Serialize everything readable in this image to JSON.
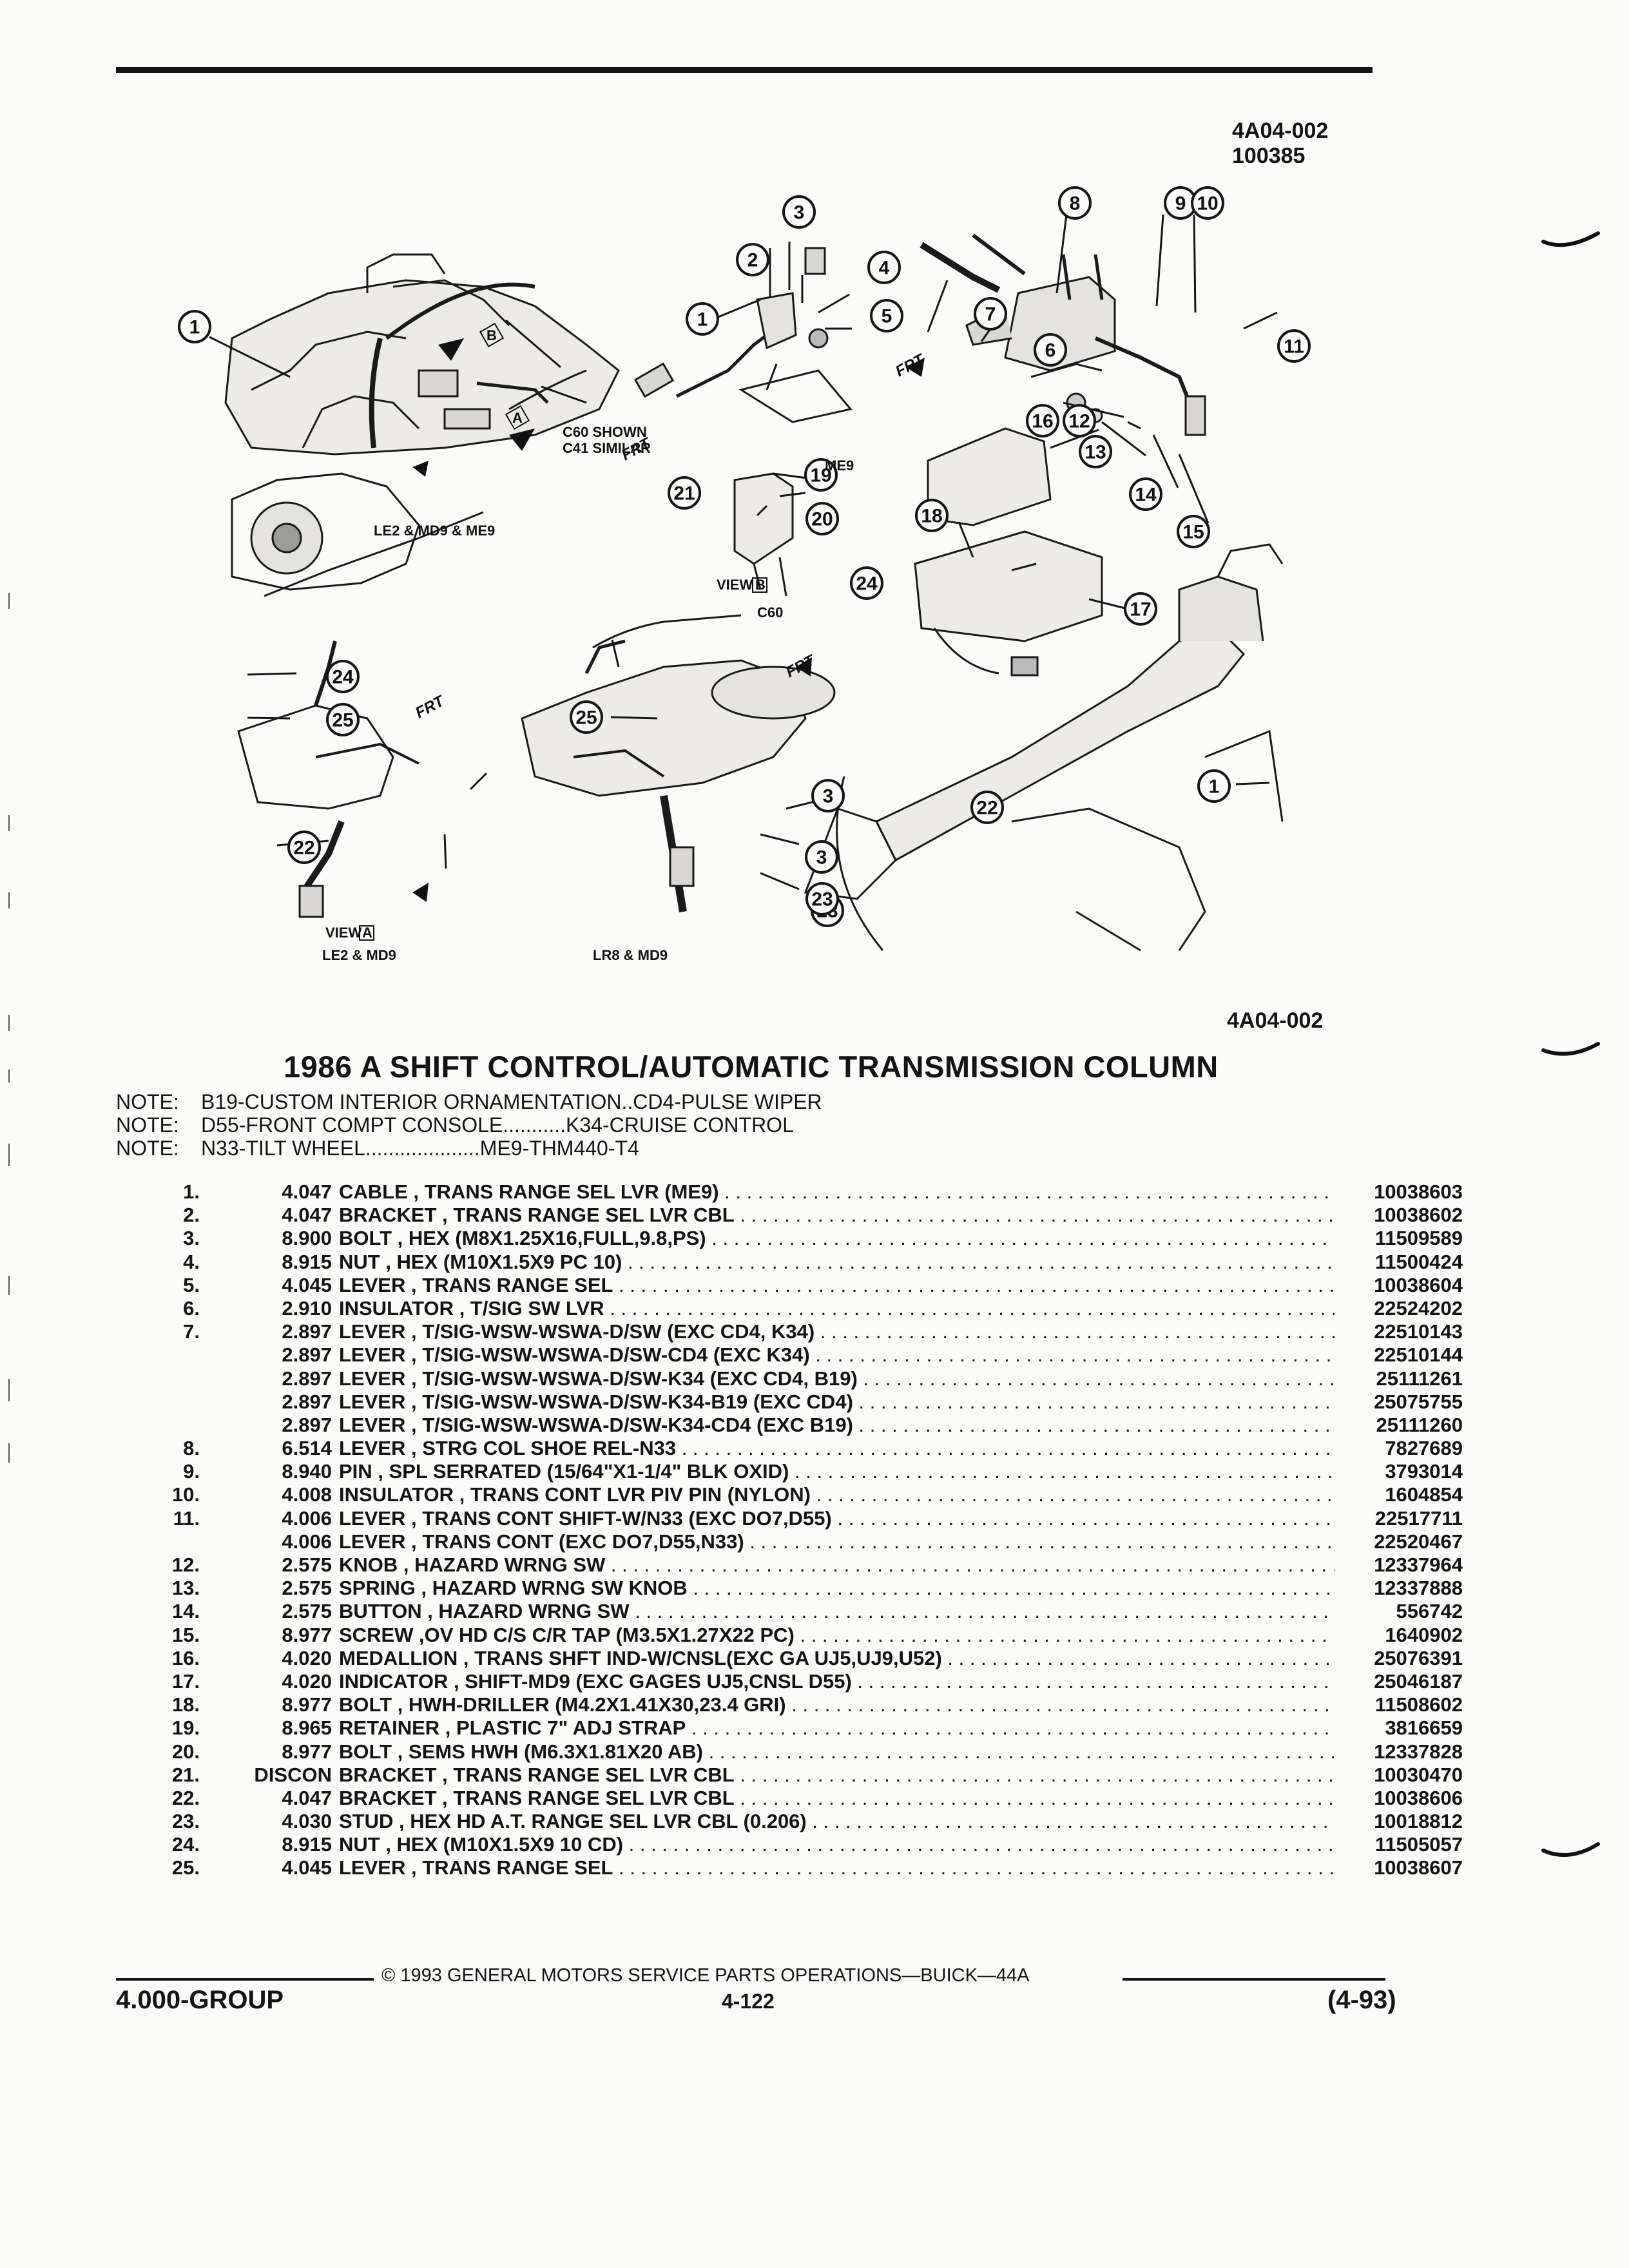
{
  "header": {
    "figure_code": "4A04-002",
    "figure_date": "100385",
    "figure_code_bottom": "4A04-002"
  },
  "diagram": {
    "labels": {
      "c60_shown": "C60 SHOWN",
      "c41_similar": "C41 SIMILAR",
      "le2_md9_me9": "LE2 & MD9 & ME9",
      "me9": "ME9",
      "view_b": "VIEW",
      "view_b_letter": "B",
      "c60": "C60",
      "view_a": "VIEW",
      "view_a_letter": "A",
      "le2_md9": "LE2 & MD9",
      "lr8_md9": "LR8 & MD9",
      "frt": "FRT",
      "box_a": "A",
      "box_b": "B"
    }
  },
  "title": "1986 A SHIFT CONTROL/AUTOMATIC TRANSMISSION COLUMN",
  "notes": [
    {
      "key": "NOTE:",
      "text": "B19-CUSTOM INTERIOR ORNAMENTATION..CD4-PULSE WIPER"
    },
    {
      "key": "NOTE:",
      "text": "D55-FRONT COMPT CONSOLE...........K34-CRUISE CONTROL"
    },
    {
      "key": "NOTE:",
      "text": "N33-TILT WHEEL....................ME9-THM440-T4"
    }
  ],
  "parts": [
    {
      "num": "1.",
      "group": "4.047",
      "desc": "CABLE , TRANS RANGE SEL LVR (ME9)",
      "pn": "10038603"
    },
    {
      "num": "2.",
      "group": "4.047",
      "desc": "BRACKET , TRANS RANGE SEL LVR CBL",
      "pn": "10038602"
    },
    {
      "num": "3.",
      "group": "8.900",
      "desc": "BOLT , HEX (M8X1.25X16,FULL,9.8,PS)",
      "pn": "11509589"
    },
    {
      "num": "4.",
      "group": "8.915",
      "desc": "NUT , HEX (M10X1.5X9 PC 10)",
      "pn": "11500424"
    },
    {
      "num": "5.",
      "group": "4.045",
      "desc": "LEVER , TRANS RANGE SEL",
      "pn": "10038604"
    },
    {
      "num": "6.",
      "group": "2.910",
      "desc": "INSULATOR , T/SIG SW LVR",
      "pn": "22524202"
    },
    {
      "num": "7.",
      "group": "2.897",
      "desc": "LEVER , T/SIG-WSW-WSWA-D/SW (EXC CD4, K34)",
      "pn": "22510143"
    },
    {
      "num": "",
      "group": "2.897",
      "desc": "LEVER , T/SIG-WSW-WSWA-D/SW-CD4 (EXC K34)",
      "pn": "22510144"
    },
    {
      "num": "",
      "group": "2.897",
      "desc": "LEVER , T/SIG-WSW-WSWA-D/SW-K34 (EXC CD4, B19)",
      "pn": "25111261"
    },
    {
      "num": "",
      "group": "2.897",
      "desc": "LEVER , T/SIG-WSW-WSWA-D/SW-K34-B19 (EXC CD4)",
      "pn": "25075755"
    },
    {
      "num": "",
      "group": "2.897",
      "desc": "LEVER , T/SIG-WSW-WSWA-D/SW-K34-CD4 (EXC B19)",
      "pn": "25111260"
    },
    {
      "num": "8.",
      "group": "6.514",
      "desc": "LEVER , STRG COL SHOE REL-N33",
      "pn": "7827689"
    },
    {
      "num": "9.",
      "group": "8.940",
      "desc": "PIN , SPL SERRATED (15/64\"X1-1/4\" BLK OXID)",
      "pn": "3793014"
    },
    {
      "num": "10.",
      "group": "4.008",
      "desc": "INSULATOR , TRANS CONT LVR PIV PIN (NYLON)",
      "pn": "1604854"
    },
    {
      "num": "11.",
      "group": "4.006",
      "desc": "LEVER , TRANS CONT SHIFT-W/N33 (EXC DO7,D55)",
      "pn": "22517711"
    },
    {
      "num": "",
      "group": "4.006",
      "desc": "LEVER , TRANS CONT (EXC DO7,D55,N33)",
      "pn": "22520467"
    },
    {
      "num": "12.",
      "group": "2.575",
      "desc": "KNOB , HAZARD WRNG SW",
      "pn": "12337964"
    },
    {
      "num": "13.",
      "group": "2.575",
      "desc": "SPRING , HAZARD WRNG SW KNOB",
      "pn": "12337888"
    },
    {
      "num": "14.",
      "group": "2.575",
      "desc": "BUTTON , HAZARD WRNG SW",
      "pn": "556742"
    },
    {
      "num": "15.",
      "group": "8.977",
      "desc": "SCREW ,OV HD C/S C/R TAP (M3.5X1.27X22 PC)",
      "pn": "1640902"
    },
    {
      "num": "16.",
      "group": "4.020",
      "desc": "MEDALLION , TRANS SHFT IND-W/CNSL(EXC GA UJ5,UJ9,U52)",
      "pn": "25076391"
    },
    {
      "num": "17.",
      "group": "4.020",
      "desc": "INDICATOR , SHIFT-MD9 (EXC GAGES UJ5,CNSL D55)",
      "pn": "25046187"
    },
    {
      "num": "18.",
      "group": "8.977",
      "desc": "BOLT , HWH-DRILLER (M4.2X1.41X30,23.4 GRI)",
      "pn": "11508602"
    },
    {
      "num": "19.",
      "group": "8.965",
      "desc": "RETAINER , PLASTIC 7\" ADJ STRAP",
      "pn": "3816659"
    },
    {
      "num": "20.",
      "group": "8.977",
      "desc": "BOLT , SEMS HWH (M6.3X1.81X20 AB)",
      "pn": "12337828"
    },
    {
      "num": "21.",
      "group": "DISCON",
      "desc": "BRACKET , TRANS RANGE SEL LVR CBL",
      "pn": "10030470"
    },
    {
      "num": "22.",
      "group": "4.047",
      "desc": "BRACKET , TRANS RANGE SEL LVR CBL",
      "pn": "10038606"
    },
    {
      "num": "23.",
      "group": "4.030",
      "desc": "STUD , HEX HD A.T. RANGE SEL LVR CBL (0.206)",
      "pn": "10018812"
    },
    {
      "num": "24.",
      "group": "8.915",
      "desc": "NUT , HEX (M10X1.5X9 10 CD)",
      "pn": "11505057"
    },
    {
      "num": "25.",
      "group": "4.045",
      "desc": "LEVER , TRANS RANGE SEL",
      "pn": "10038607"
    }
  ],
  "footer": {
    "copyright": "© 1993 GENERAL MOTORS SERVICE PARTS OPERATIONS—BUICK—44A",
    "group": "4.000-GROUP",
    "page": "4-122",
    "date": "(4-93)"
  }
}
